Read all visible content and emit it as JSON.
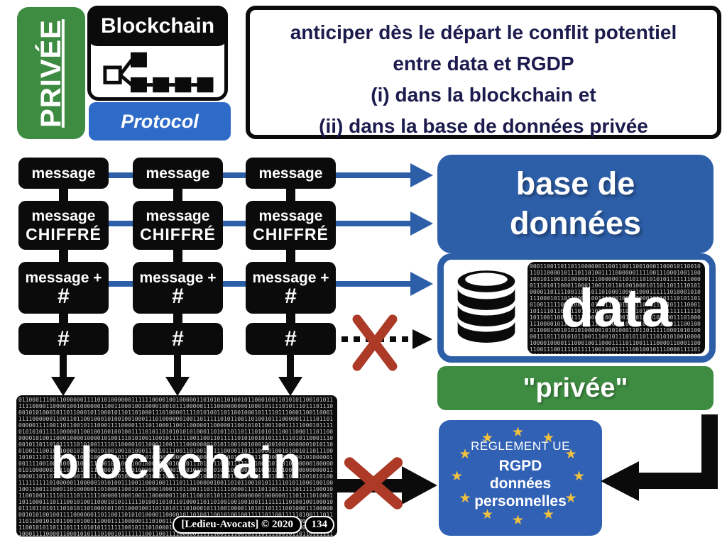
{
  "colors": {
    "green": "#3E8C41",
    "blue": "#2D5FA9",
    "protoblue": "#2E6AC8",
    "eublue": "#3161B5",
    "gold": "#F2C23E",
    "redx": "#AC3A27",
    "navy": "#1B1B4E",
    "ink": "#0B0B0B"
  },
  "header": {
    "private_label": "PRIVÉE",
    "blockchain_title": "Blockchain",
    "protocol_label": "Protocol"
  },
  "notice": {
    "line1": "anticiper dès le départ le conflit potentiel",
    "line2": "entre data et RGDP",
    "line3": "(i) dans la blockchain et",
    "line4": "(ii) dans la base de données privée"
  },
  "pipeline": {
    "row_message": "message",
    "row_encrypted_line1": "message",
    "row_encrypted_line2": "CHIFFRÉ",
    "row_hash_line1": "message +",
    "row_hash_line2": "#",
    "row_hashonly": "#"
  },
  "database": {
    "line1": "base de",
    "line2": "données"
  },
  "data_box": {
    "label": "data"
  },
  "privacy": {
    "label": "\"privée\""
  },
  "eu_box": {
    "line1": "RÈGLEMENT UE",
    "line2": "RGPD",
    "line3": "données",
    "line4": "personnelles",
    "star_glyph": "★",
    "star_count": 12
  },
  "blockchain_box": {
    "label": "blockchain"
  },
  "footer": {
    "credit": "[Ledieu-Avocats] © 2020",
    "page": "134"
  }
}
